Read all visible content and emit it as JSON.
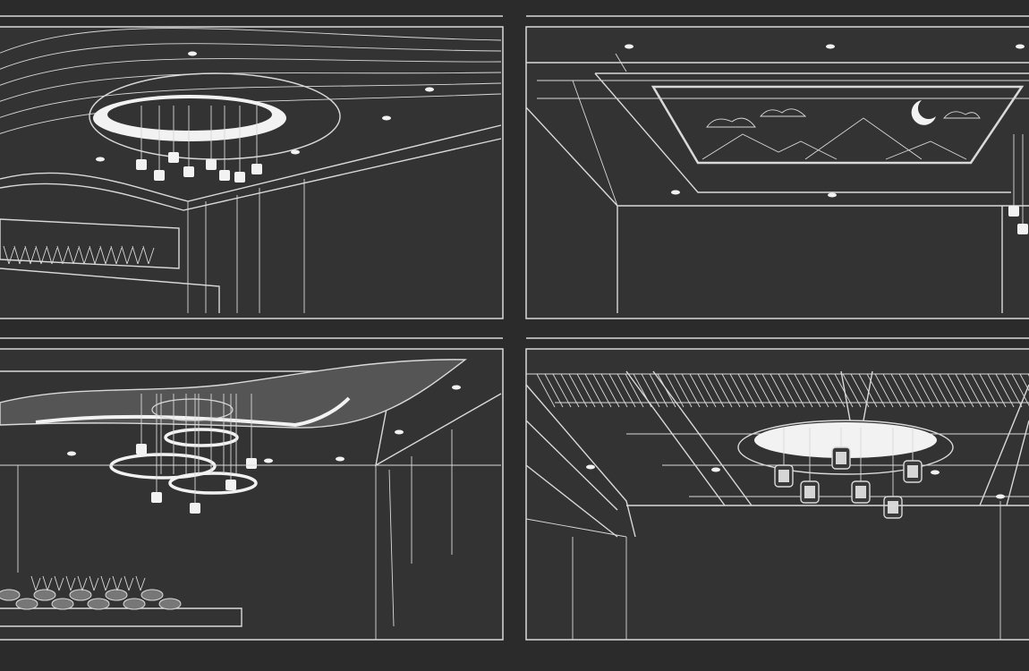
{
  "colors": {
    "background": "#2b2b2b",
    "panel": "#333333",
    "line": "#d9d9d9",
    "glow": "#f2f2f2",
    "dim": "#8a8a8a"
  },
  "panels": [
    {
      "id": "top-left",
      "motif": "oval-cove-with-pendants"
    },
    {
      "id": "top-right",
      "motif": "framed-mural-ceiling"
    },
    {
      "id": "bottom-left",
      "motif": "wave-ceiling-with-ring-chandelier"
    },
    {
      "id": "bottom-right",
      "motif": "beamed-ceiling-with-lanterns"
    }
  ]
}
